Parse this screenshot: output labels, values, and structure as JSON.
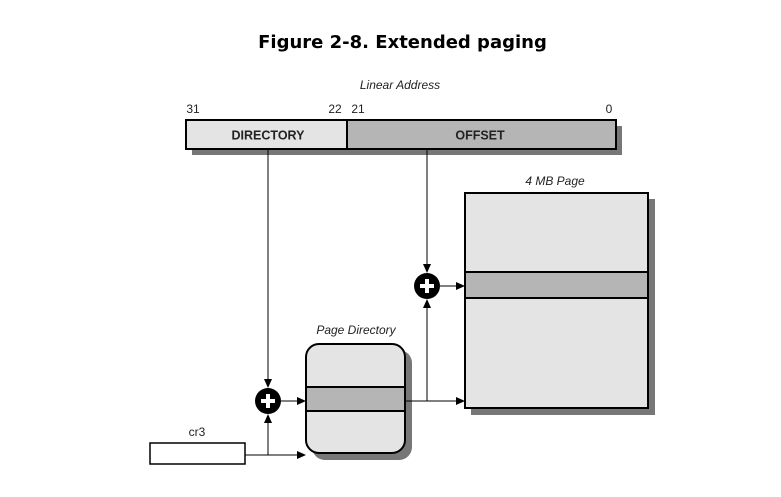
{
  "figure": {
    "title": "Figure 2-8. Extended paging"
  },
  "linear_address": {
    "caption": "Linear Address",
    "bit_31": "31",
    "bit_22": "22",
    "bit_21": "21",
    "bit_0": "0",
    "directory_label": "DIRECTORY",
    "offset_label": "OFFSET"
  },
  "page_4mb": {
    "caption": "4 MB Page"
  },
  "page_directory": {
    "caption": "Page Directory"
  },
  "cr3": {
    "label": "cr3"
  },
  "adders": {
    "symbol": "+"
  },
  "colors": {
    "directory_fill": "#e4e4e4",
    "offset_fill": "#b5b5b5",
    "page_fill": "#e4e4e4",
    "entry_fill": "#b5b5b5",
    "shadow": "#777777",
    "stroke": "#000000"
  }
}
